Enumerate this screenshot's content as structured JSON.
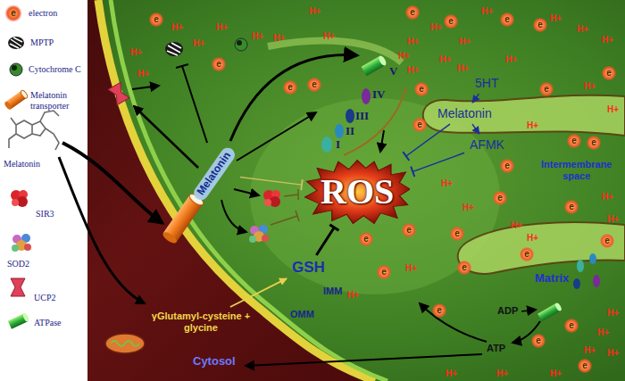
{
  "diagram": {
    "nodes": [
      {
        "text": [
          "Melatonin"
        ]
      },
      {
        "text": [
          "ROS"
        ]
      },
      {
        "text": [
          "5HT"
        ]
      },
      {
        "text": [
          "Melatonin"
        ]
      },
      {
        "text": [
          "AFMK"
        ]
      },
      {
        "text": [
          "GSH"
        ]
      },
      {
        "text": [
          "γGlutamyl-cysteine + glycine"
        ]
      }
    ],
    "edges": [
      {
        "from": 2,
        "to": 3,
        "arrow": "to"
      },
      {
        "from": 3,
        "to": 4,
        "arrow": "to"
      },
      {
        "from": 3,
        "to": 1,
        "arrow": "none"
      },
      {
        "from": 4,
        "to": 1,
        "arrow": "none"
      },
      {
        "from": 6,
        "to": 5,
        "arrow": "to"
      },
      {
        "from": 5,
        "to": 1,
        "arrow": "none"
      },
      {
        "from": 0,
        "to": 1,
        "arrow": "none"
      }
    ],
    "labels": [
      "I",
      "II",
      "III",
      "IV",
      "V",
      "IMM",
      "OMM",
      "Cytosol",
      "Intermembrane space",
      "Matrix",
      "ADP",
      "ATP",
      "e",
      "e",
      "e",
      "e",
      "e",
      "e",
      "e",
      "e",
      "e",
      "e",
      "e",
      "e",
      "e",
      "e",
      "e",
      "e",
      "e",
      "e",
      "e",
      "e",
      "e",
      "e",
      "e",
      "e",
      "e",
      "e",
      "e",
      "e",
      "e",
      "H+",
      "H+",
      "H+",
      "H+",
      "H+",
      "H+",
      "H+",
      "H+",
      "H+",
      "H+",
      "H+",
      "H+",
      "H+",
      "H+",
      "H+",
      "H+",
      "H+",
      "H+",
      "H+",
      "H+",
      "H+",
      "H+",
      "H+",
      "H+",
      "H+",
      "H+",
      "H+",
      "H+",
      "H+",
      "H+",
      "H+",
      "H+",
      "H+",
      "H+",
      "H+",
      "H+",
      "H+",
      "H+",
      "H+"
    ],
    "legend": [
      {
        "text": "electron"
      },
      {
        "text": "MPTP"
      },
      {
        "text": "Cytochrome C"
      },
      {
        "text": "Melatonin transporter"
      },
      {
        "text": "Melatonin"
      },
      {
        "text": "SIR3"
      },
      {
        "text": "SOD2"
      },
      {
        "text": "UCP2"
      },
      {
        "text": "ATPase"
      }
    ]
  }
}
